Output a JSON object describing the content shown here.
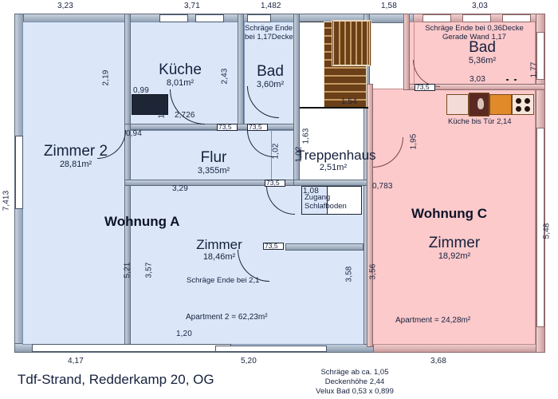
{
  "document": {
    "title": "Tdf-Strand, Redderkamp 20, OG",
    "footnotes": [
      "Schräge ab ca. 1,05",
      "Deckenhöhe 2,44",
      "Velux Bad 0,53 x 0,899"
    ]
  },
  "colors": {
    "apartment_a_fill": "#dbe7f9",
    "apartment_c_fill": "#fccacb",
    "stairwell_fill": "#ffffff",
    "wall_grey": "#aab8c8",
    "wall_pink": "#dcb3b4",
    "stair_wood": "#6b3f17",
    "kitchen_orange": "#e08a2a",
    "text": "#16213d"
  },
  "apartments": [
    {
      "id": "a",
      "label": "Wohnung A",
      "total": "Apartment 2 = 62,23m²"
    },
    {
      "id": "c",
      "label": "Wohnung C",
      "total": "Apartment = 24,28m²"
    }
  ],
  "rooms": [
    {
      "id": "zimmer2",
      "name": "Zimmer 2",
      "area": "28,81m²"
    },
    {
      "id": "kueche",
      "name": "Küche",
      "area": "8,01m²"
    },
    {
      "id": "bad_a",
      "name": "Bad",
      "area": "3,60m²"
    },
    {
      "id": "flur",
      "name": "Flur",
      "area": "3,355m²"
    },
    {
      "id": "zimmer_a",
      "name": "Zimmer",
      "area": "18,46m²"
    },
    {
      "id": "treppenhaus",
      "name": "Treppenhaus",
      "area": "2,51m²"
    },
    {
      "id": "bad_c",
      "name": "Bad",
      "area": "5,36m²"
    },
    {
      "id": "zimmer_c",
      "name": "Zimmer",
      "area": "18,92m²"
    }
  ],
  "notes": [
    {
      "id": "schraege_bad_a",
      "text_line1": "Schräge Ende",
      "text_line2": "bei 1,17Decke"
    },
    {
      "id": "schraege_bad_c",
      "text_line1": "Schräge Ende bei 0,36Decke",
      "text_line2": "Gerade Wand 1,17"
    },
    {
      "id": "schraege_zimmer_a",
      "text": "Schräge Ende bei 2,1"
    },
    {
      "id": "kueche_c",
      "text": "Küche bis Tür 2,14"
    },
    {
      "id": "zugang",
      "text_line1": "Zugang",
      "text_line2": "Schlafboden"
    }
  ],
  "dimensions_top": [
    "3,23",
    "3,71",
    "1,482",
    "1,58",
    "3,03"
  ],
  "dimensions_bottom": [
    "4,17",
    "5,20",
    "3,68"
  ],
  "dimensions_left": [
    "7,413"
  ],
  "dimensions_right": [
    "1,77",
    "5,48"
  ],
  "dimensions_inner": {
    "kueche_left": "2,19",
    "kueche_right": "2,43",
    "kueche_window": "0,99",
    "kueche_door_w": "1,01",
    "kueche_door_r": "2,726",
    "flur_door_left": "0,94",
    "flur_width": "3,29",
    "bad_a_door": "73,5",
    "bad_a_door2": "73,5",
    "bad_a_inner": "1,02",
    "treppenhaus_w": "1,54",
    "treppenhaus_h": "1,63",
    "treppen_side": "1,02",
    "bad_c_door": "73,5",
    "bad_c_w": "3,03",
    "bad_c_door_h": "1,95",
    "zimmer_c_left": "0,783",
    "zimmer_a_l1": "5,21",
    "zimmer_a_l2": "3,57",
    "zimmer_a_r": "3,58",
    "zimmer_c_r": "3,56",
    "zimmer_a_door": "73,5",
    "flur_door_right": "73,5",
    "zugang_w": "1,08",
    "bottom_inner": "1,20"
  }
}
